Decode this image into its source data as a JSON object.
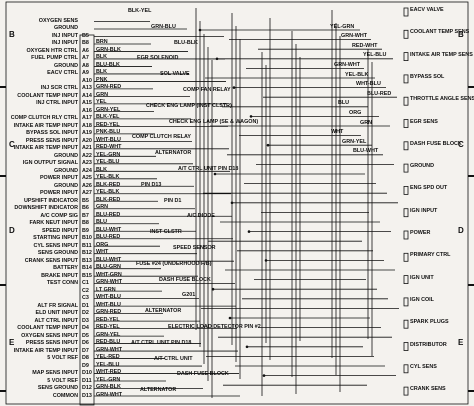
{
  "zones": {
    "left": [
      "B",
      "C",
      "D",
      "E"
    ],
    "right": [
      "B",
      "C",
      "D",
      "E"
    ]
  },
  "ecu_pins": [
    {
      "label": "OXYGEN SENS",
      "pin": "",
      "wire": ""
    },
    {
      "label": "GROUND",
      "pin": "",
      "wire": ""
    },
    {
      "label": "INJ INPUT",
      "pin": "B5",
      "wire": ""
    },
    {
      "label": "INJ INPUT",
      "pin": "B8",
      "wire": "BRN"
    },
    {
      "label": "OXYGEN HTR CTRL",
      "pin": "A6",
      "wire": "GRN-BLK"
    },
    {
      "label": "FUEL PUMP CTRL",
      "pin": "A7",
      "wire": "BLK"
    },
    {
      "label": "GROUND",
      "pin": "A8",
      "wire": "BLU-BLK"
    },
    {
      "label": "EACV CTRL",
      "pin": "A9",
      "wire": "BLK"
    },
    {
      "label": "",
      "pin": "A10",
      "wire": "PNK"
    },
    {
      "label": "INJ SCR CTRL",
      "pin": "A13",
      "wire": "GRN-RED"
    },
    {
      "label": "COOLANT TEMP INPUT",
      "pin": "A14",
      "wire": "GRN"
    },
    {
      "label": "INJ CTRL INPUT",
      "pin": "A15",
      "wire": "YEL"
    },
    {
      "label": "",
      "pin": "A16",
      "wire": "GRN-YEL"
    },
    {
      "label": "COMP CLUTCH RLY CTRL",
      "pin": "A17",
      "wire": "BLK-YEL"
    },
    {
      "label": "INTAKE AIR TEMP INPUT",
      "pin": "A18",
      "wire": "RED-YEL"
    },
    {
      "label": "BYPASS SOL INPUT",
      "pin": "A19",
      "wire": "PNK-BLU"
    },
    {
      "label": "PRESS SENS INPUT",
      "pin": "A20",
      "wire": "WHT-BLU"
    },
    {
      "label": "INTAKE AIR TEMP INPUT",
      "pin": "A21",
      "wire": "RED-WHT"
    },
    {
      "label": "GROUND",
      "pin": "A22",
      "wire": "YEL-GRN"
    },
    {
      "label": "IGN OUTPUT SIGNAL",
      "pin": "A23",
      "wire": "YEL-BLU"
    },
    {
      "label": "GROUND",
      "pin": "A24",
      "wire": "BLK"
    },
    {
      "label": "POWER INPUT",
      "pin": "A25",
      "wire": "YEL-BLK"
    },
    {
      "label": "GROUND",
      "pin": "A26",
      "wire": "BLK-RED"
    },
    {
      "label": "POWER INPUT",
      "pin": "A27",
      "wire": "YEL-BLK"
    },
    {
      "label": "UPSHIFT INDICATOR",
      "pin": "B5",
      "wire": "BLK-RED"
    },
    {
      "label": "DOWNSHIFT INDICATOR",
      "pin": "B6",
      "wire": "GRN"
    },
    {
      "label": "A/C COMP SIG",
      "pin": "B7",
      "wire": "BLU-RED"
    },
    {
      "label": "FARK NEUT INPUT",
      "pin": "B8",
      "wire": "BLU"
    },
    {
      "label": "SPEED INPUT",
      "pin": "B9",
      "wire": "BLU-WHT"
    },
    {
      "label": "STARTING INPUT",
      "pin": "B10",
      "wire": "BLU-RED"
    },
    {
      "label": "CYL SENS INPUT",
      "pin": "B11",
      "wire": "ORG"
    },
    {
      "label": "SENS GROUND",
      "pin": "B12",
      "wire": "WHT"
    },
    {
      "label": "CRANK SENS INPUT",
      "pin": "B13",
      "wire": "BLU-WHT"
    },
    {
      "label": "BATTERY",
      "pin": "B14",
      "wire": "BLU-GRN"
    },
    {
      "label": "BRAKE INPUT",
      "pin": "B15",
      "wire": "WHT-GRN"
    },
    {
      "label": "TEST CONN",
      "pin": "C1",
      "wire": "GRN-WHT"
    },
    {
      "label": "",
      "pin": "C2",
      "wire": "LT GRN"
    },
    {
      "label": "",
      "pin": "C3",
      "wire": "WHT-BLU"
    },
    {
      "label": "ALT FR SIGNAL",
      "pin": "D1",
      "wire": "WHT-BLU"
    },
    {
      "label": "ELD UNIT INPUT",
      "pin": "D2",
      "wire": "GRN-RED"
    },
    {
      "label": "ALT CTRL INPUT",
      "pin": "D3",
      "wire": "RED-YEL"
    },
    {
      "label": "COOLANT TEMP INPUT",
      "pin": "D4",
      "wire": "RED-YEL"
    },
    {
      "label": "OXYGEN SENS INPUT",
      "pin": "D5",
      "wire": "GRN-YEL"
    },
    {
      "label": "PRESS SENS INPUT",
      "pin": "D6",
      "wire": "RED-BLU"
    },
    {
      "label": "INTAKE AIR TEMP INPUT",
      "pin": "D7",
      "wire": "GRN-WHT"
    },
    {
      "label": "5 VOLT REF",
      "pin": "D8",
      "wire": "YEL-RED"
    },
    {
      "label": "",
      "pin": "D9",
      "wire": "YEL-BLU"
    },
    {
      "label": "MAP SENS INPUT",
      "pin": "D10",
      "wire": "WHT-RED"
    },
    {
      "label": "5 VOLT REF",
      "pin": "D11",
      "wire": "YEL-GRN"
    },
    {
      "label": "SENS GROUND",
      "pin": "D12",
      "wire": "GRN-BLK"
    },
    {
      "label": "COMMON",
      "pin": "D13",
      "wire": "GRN-WHT"
    }
  ],
  "center_labels": [
    "BLK-YEL",
    "GRN-BLU",
    "BLU-BLK",
    "EGR SOLENOID",
    "SOL VALVE",
    "COMP FAN RELAY",
    "CHECK ENG LAMP (INST CLSTR)",
    "CHECK ENG LAMP (SE & WAGON)",
    "COMP CLUTCH RELAY",
    "ALTERNATOR",
    "A/T CTRL UNIT PIN D18",
    "PIN D13",
    "PIN D1",
    "A/C DIODE",
    "INST CLSTR",
    "SPEED SENSOR",
    "FUSE #24 (UNDERHOOD F/B)",
    "DASH FUSE BLOCK",
    "G201",
    "ALTERNATOR",
    "ELECTRIC LOAD DETECTOR PIN #2",
    "A/T CTRL UNIT PIN D18",
    "A/T CTRL UNIT",
    "DASH FUSE BLOCK",
    "ALTERNATOR"
  ],
  "right_components": [
    "EACV VALVE",
    "COOLANT TEMP SENS",
    "INTAKE AIR TEMP SENS",
    "BYPASS SOL",
    "THROTTLE ANGLE SENS",
    "EGR SENS",
    "DASH FUSE BLOCK",
    "GROUND",
    "ENG SPD OUT",
    "IGN INPUT",
    "POWER",
    "PRIMARY CTRL",
    "IGN UNIT",
    "IGN COIL",
    "SPARK PLUGS",
    "DISTRIBUTOR",
    "CYL SENS",
    "CRANK SENS"
  ],
  "right_wires": [
    "YEL-GRN",
    "GRN-WHT",
    "RED-WHT",
    "YEL-BLU",
    "GRN-WHT",
    "YEL-BLK",
    "WHT-BLU",
    "BLU-RED",
    "BLU",
    "ORG",
    "GRN",
    "WHT",
    "GRN-YEL",
    "BLU-WHT"
  ]
}
